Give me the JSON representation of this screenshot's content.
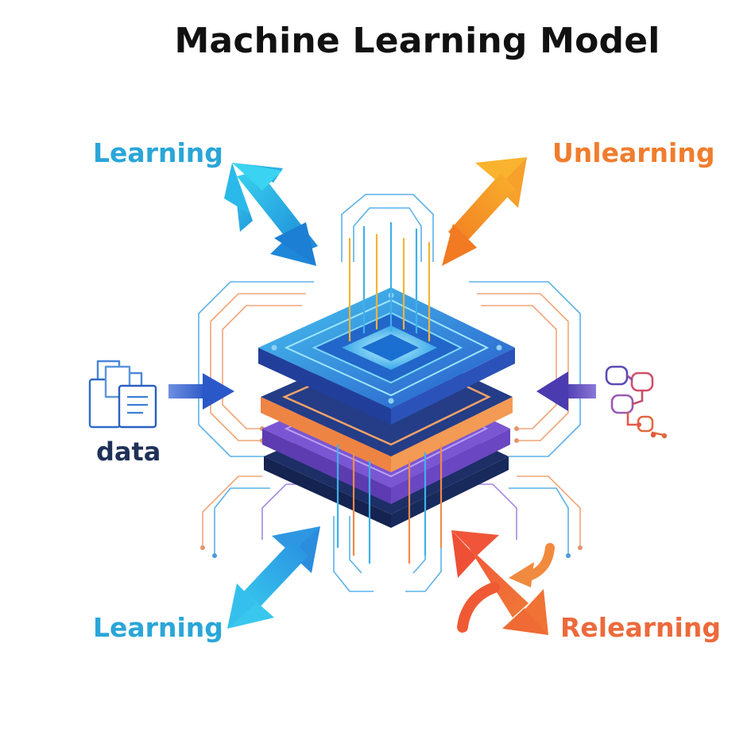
{
  "title": "Machine Learning Model",
  "labels": {
    "learning_top": "Learning",
    "unlearning": "Unlearning",
    "data": "data",
    "learning_bottom": "Learning",
    "relearning": "Relearning"
  },
  "colors": {
    "learning": "#2aa6d8",
    "unlearning": "#f5a02c",
    "relearning": "#ec5a32",
    "data_arrow": "#3b5fc0",
    "right_arrow": "#5a4bb8",
    "chip_top": "#2f7fd6",
    "chip_orange": "#f08a4b",
    "chip_purple": "#7f59d6",
    "chip_dark": "#243a78",
    "label_dark": "#1f3158"
  },
  "icons": [
    "data-documents-icon",
    "workflow-network-icon",
    "chip-stack-icon"
  ]
}
